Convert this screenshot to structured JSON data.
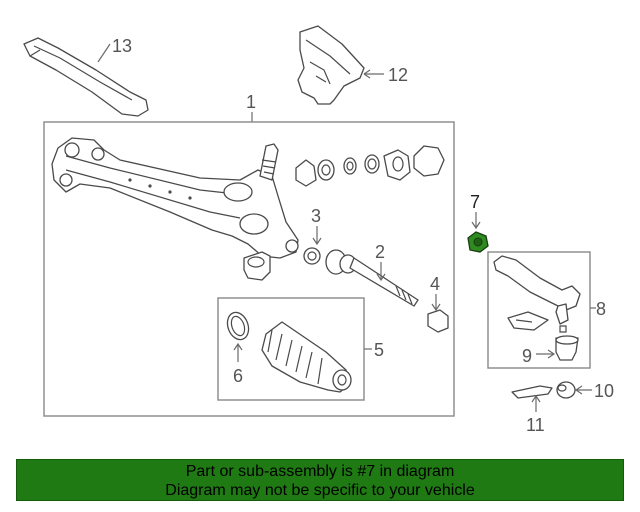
{
  "callouts": {
    "c1": "1",
    "c2": "2",
    "c3": "3",
    "c4": "4",
    "c5": "5",
    "c6": "6",
    "c7": "7",
    "c8": "8",
    "c9": "9",
    "c10": "10",
    "c11": "11",
    "c12": "12",
    "c13": "13"
  },
  "highlighted_part": "7",
  "colors": {
    "highlight": "#2e8b1f",
    "banner": "#1f7a14"
  },
  "banner": {
    "line1": "Part or sub-assembly is #7 in diagram",
    "line2": "Diagram may not be specific to your vehicle"
  }
}
